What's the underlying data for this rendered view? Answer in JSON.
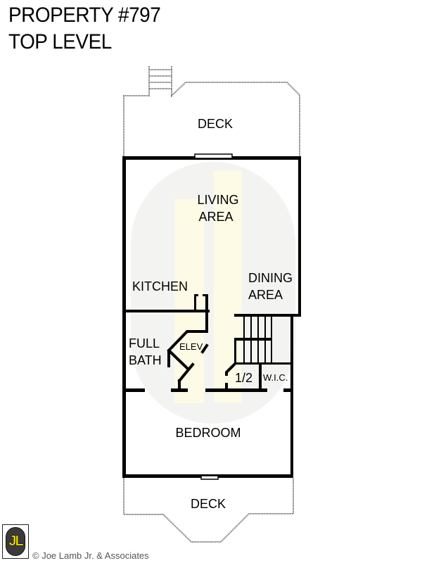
{
  "header": {
    "title_line1": "PROPERTY #797",
    "title_line2": "TOP LEVEL"
  },
  "plan": {
    "rooms": {
      "deck_top": "DECK",
      "living_line1": "LIVING",
      "living_line2": "AREA",
      "kitchen": "KITCHEN",
      "dining_line1": "DINING",
      "dining_line2": "AREA",
      "full_bath_line1": "FULL",
      "full_bath_line2": "BATH",
      "elevator": "ELEV.",
      "half_bath": "1/2",
      "walk_in_closet": "W.I.C.",
      "bedroom": "BEDROOM",
      "deck_bottom": "DECK"
    },
    "colors": {
      "wall": "#000000",
      "deck_outline": "#555555",
      "watermark_circle": "#f3f3f1",
      "watermark_bars": "#fdfae6"
    }
  },
  "footer": {
    "logo_text": "JL",
    "logo_accent": "#f5e400",
    "copyright": "© Joe Lamb Jr. & Associates"
  }
}
